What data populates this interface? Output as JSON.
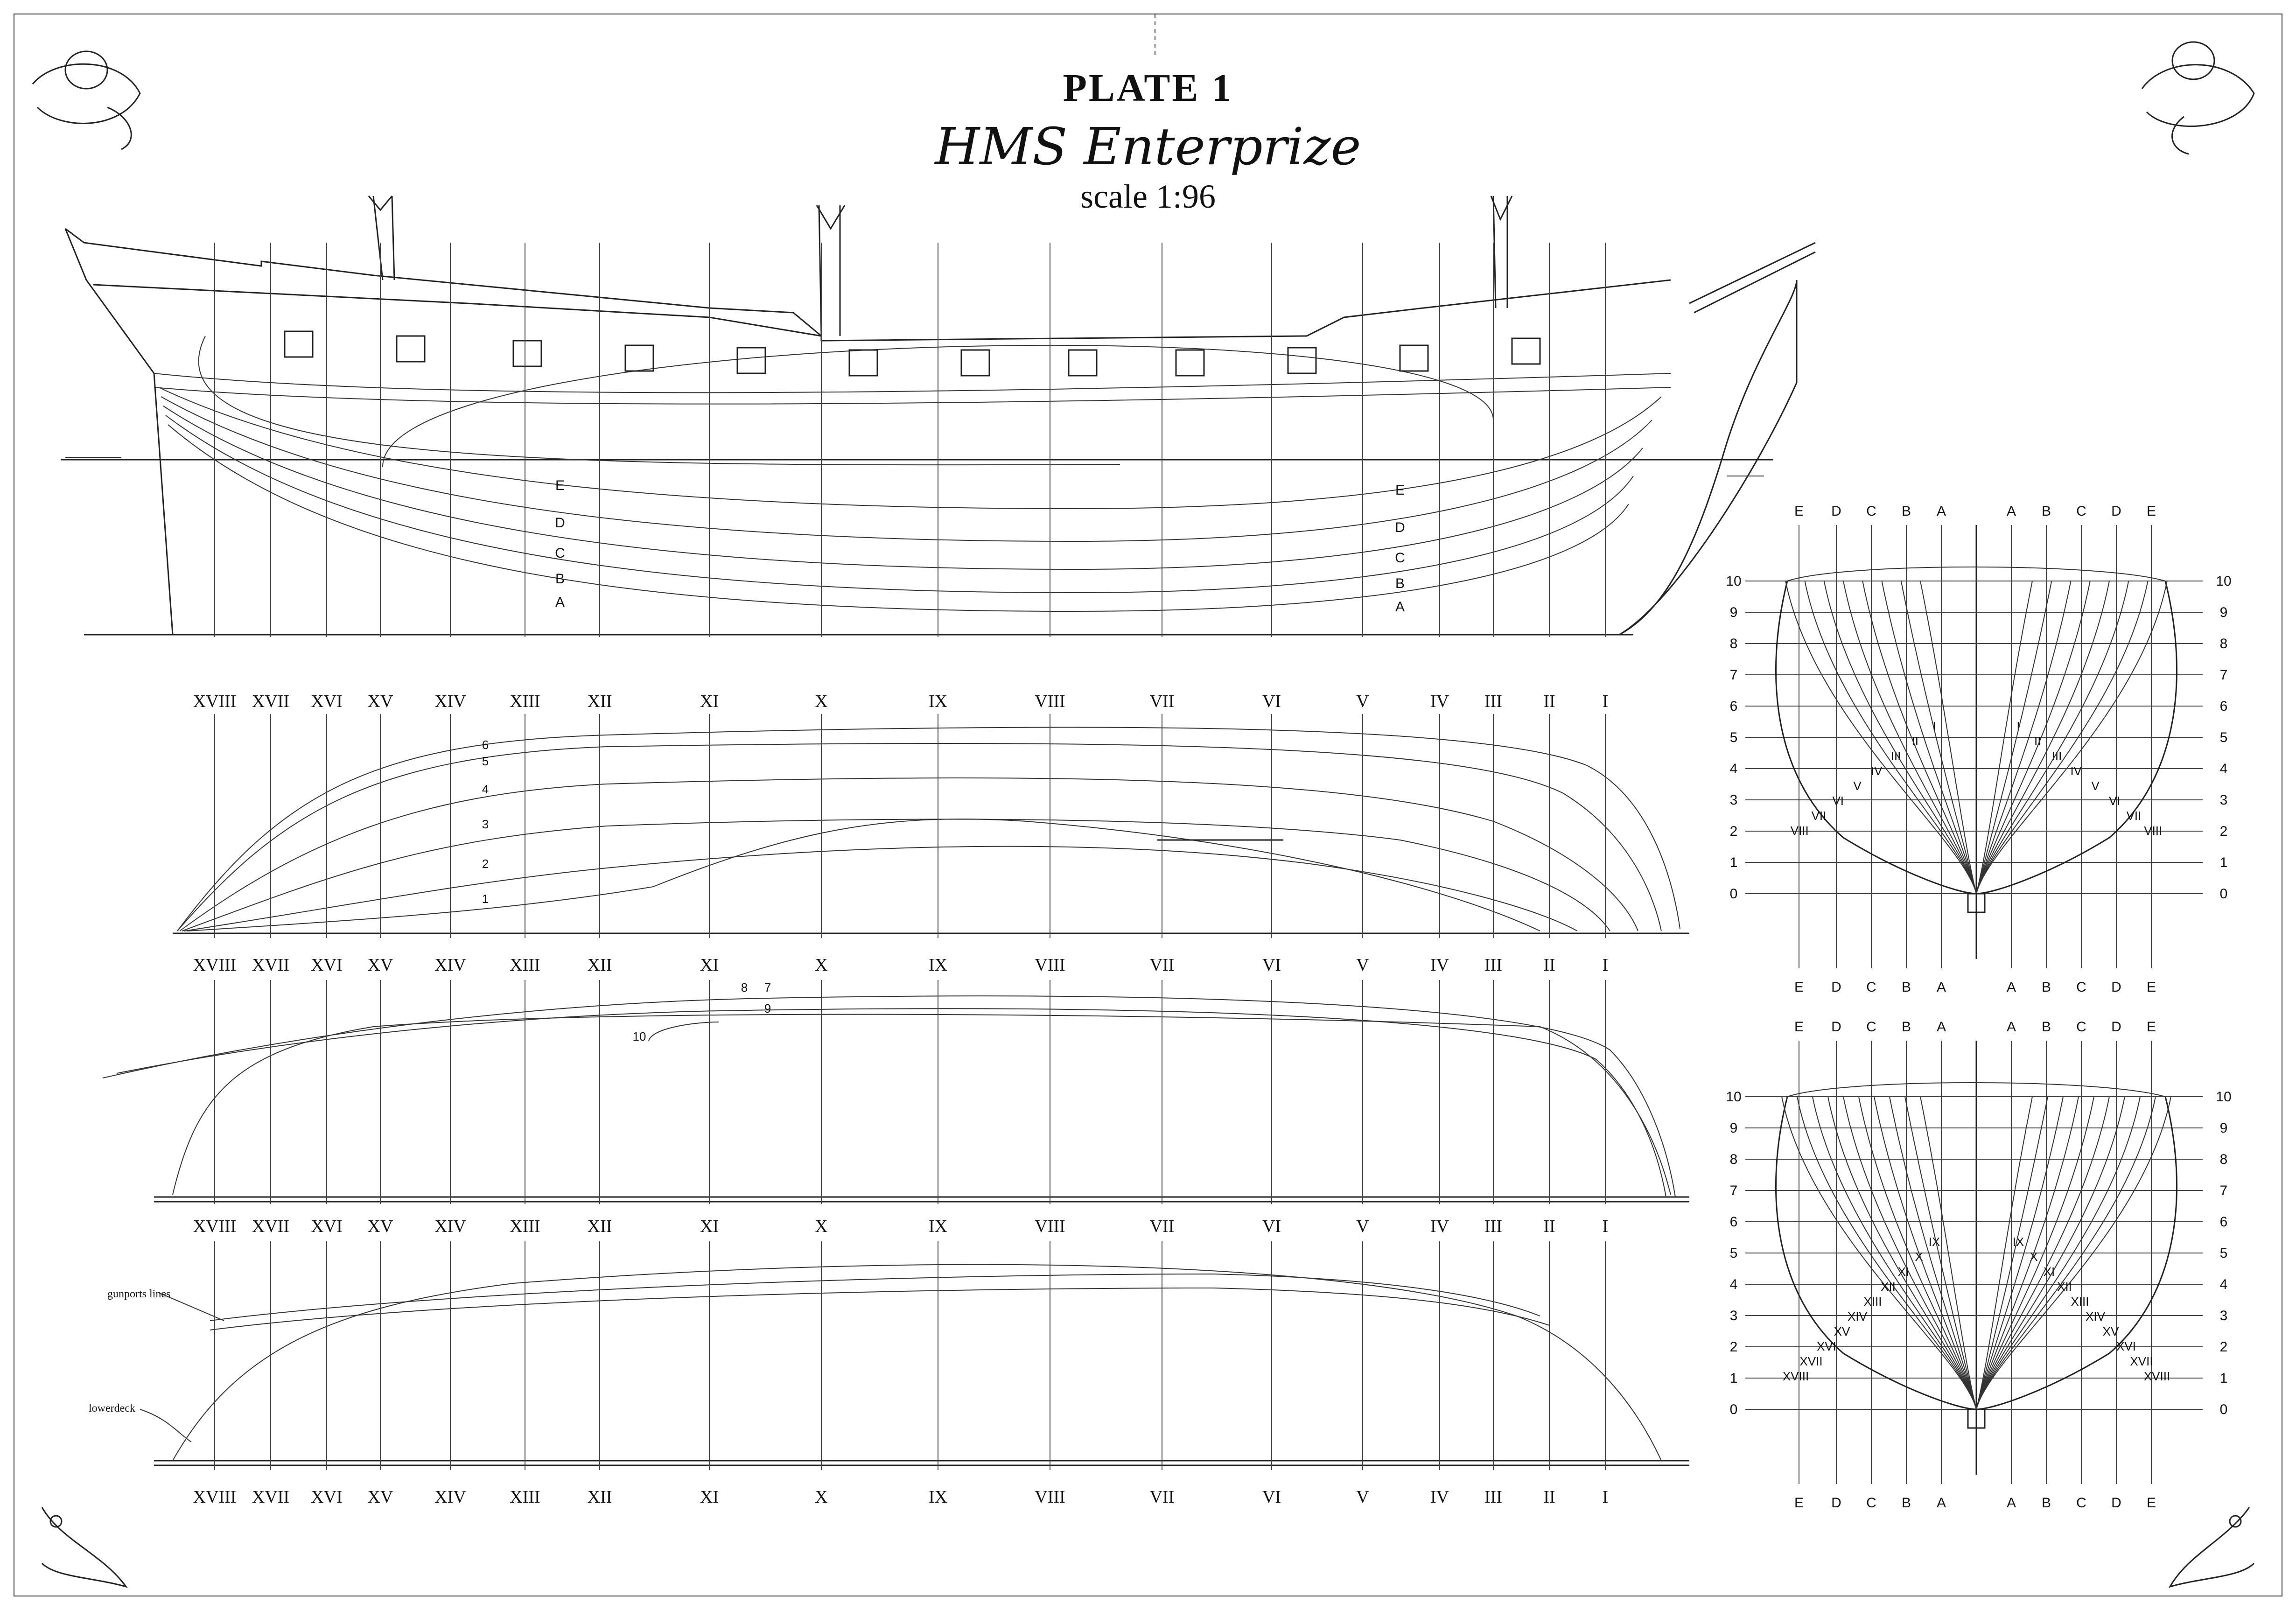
{
  "plate": {
    "title": "PLATE 1",
    "ship": "HMS Enterprize",
    "scale": "scale 1:96"
  },
  "stations": [
    "XVIII",
    "XVII",
    "XVI",
    "XV",
    "XIV",
    "XIII",
    "XII",
    "XI",
    "X",
    "IX",
    "VIII",
    "VII",
    "VI",
    "V",
    "IV",
    "III",
    "II",
    "I"
  ],
  "sheer_waterlines": [
    "E",
    "D",
    "C",
    "B",
    "A"
  ],
  "half_breadth_lines": [
    "1",
    "2",
    "3",
    "4",
    "5",
    "6"
  ],
  "deck_lines": [
    "7",
    "8",
    "9",
    "10"
  ],
  "notes": {
    "gunports": "gunports lines",
    "lowerdeck": "lowerdeck"
  },
  "body_plan": {
    "buttocks_left": [
      "E",
      "D",
      "C",
      "B",
      "A"
    ],
    "buttocks_right": [
      "A",
      "B",
      "C",
      "D",
      "E"
    ],
    "levels": [
      "10",
      "9",
      "8",
      "7",
      "6",
      "5",
      "4",
      "3",
      "2",
      "1",
      "0"
    ],
    "fore_sections": [
      "I",
      "II",
      "III",
      "IV",
      "V",
      "VI",
      "VII",
      "VIII"
    ],
    "aft_sections": [
      "IX",
      "X",
      "XI",
      "XII",
      "XIII",
      "XIV",
      "XV",
      "XVI",
      "XVII",
      "XVIII"
    ]
  }
}
